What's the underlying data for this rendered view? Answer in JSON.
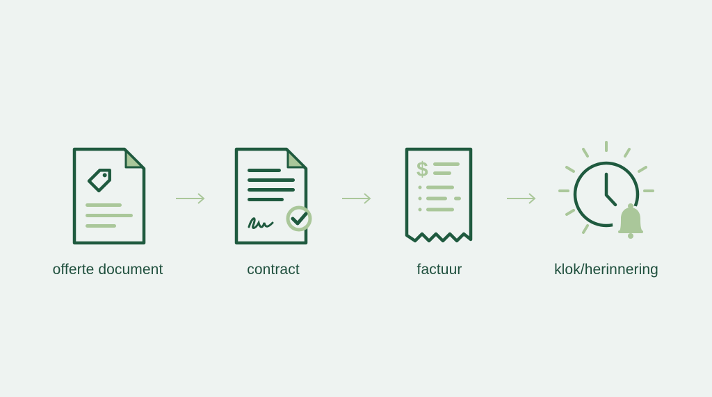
{
  "colors": {
    "background": "#eef3f1",
    "primary": "#1f5a3f",
    "accent": "#aac79a",
    "label": "#1f4f3d"
  },
  "steps": [
    {
      "label": "offerte document",
      "icon": "quote-document-icon"
    },
    {
      "label": "contract",
      "icon": "contract-signature-icon"
    },
    {
      "label": "factuur",
      "icon": "invoice-receipt-icon"
    },
    {
      "label": "klok/herinnering",
      "icon": "clock-reminder-icon"
    }
  ],
  "connectors": [
    "arrow-right-icon",
    "arrow-right-icon",
    "arrow-right-icon"
  ]
}
